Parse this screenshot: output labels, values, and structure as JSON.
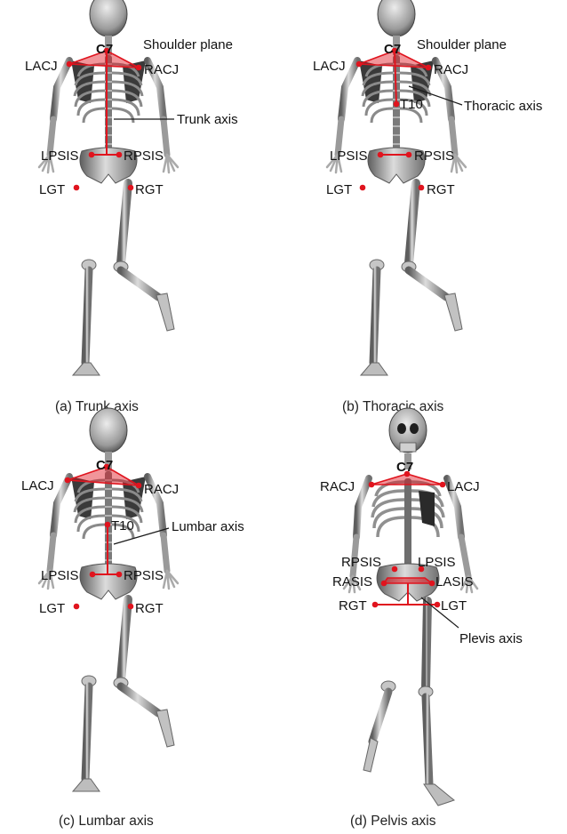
{
  "colors": {
    "marker": "#e0141e",
    "bone": "#cfcfcf",
    "bone_dark": "#6f6f6f",
    "axis_line": "#1a1a1a"
  },
  "panels": [
    {
      "id": "a",
      "caption": "(a) Trunk axis",
      "labels": {
        "c7": "C7",
        "shoulder": "Shoulder plane",
        "lacj": "LACJ",
        "racj": "RACJ",
        "axis": "Trunk axis",
        "lpsis": "LPSIS",
        "rpsis": "RPSIS",
        "lgt": "LGT",
        "rgt": "RGT"
      }
    },
    {
      "id": "b",
      "caption": "(b) Thoracic axis",
      "labels": {
        "c7": "C7",
        "shoulder": "Shoulder plane",
        "lacj": "LACJ",
        "racj": "RACJ",
        "t10": "T10",
        "axis": "Thoracic axis",
        "lpsis": "LPSIS",
        "rpsis": "RPSIS",
        "lgt": "LGT",
        "rgt": "RGT"
      }
    },
    {
      "id": "c",
      "caption": "(c) Lumbar axis",
      "labels": {
        "c7": "C7",
        "lacj": "LACJ",
        "racj": "RACJ",
        "t10": "T10",
        "axis": "Lumbar axis",
        "lpsis": "LPSIS",
        "rpsis": "RPSIS",
        "lgt": "LGT",
        "rgt": "RGT"
      }
    },
    {
      "id": "d",
      "caption": "(d) Pelvis axis",
      "labels": {
        "c7": "C7",
        "racj": "RACJ",
        "lacj": "LACJ",
        "rpsis": "RPSIS",
        "lpsis": "LPSIS",
        "rasis": "RASIS",
        "lasis": "LASIS",
        "rgt": "RGT",
        "lgt": "LGT",
        "axis": "Plevis axis"
      }
    }
  ]
}
